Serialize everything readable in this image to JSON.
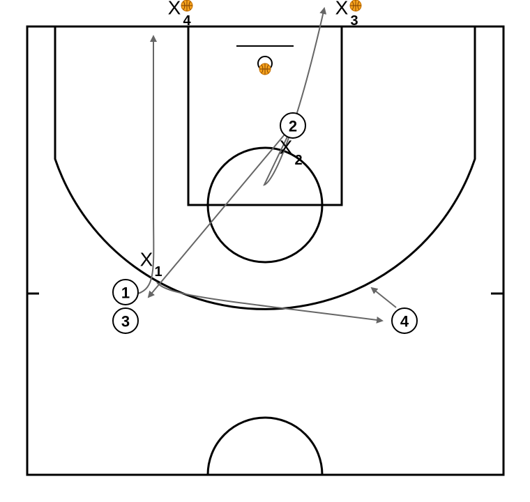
{
  "offense": [
    {
      "id": "o1",
      "label": "1"
    },
    {
      "id": "o2",
      "label": "2"
    },
    {
      "id": "o3",
      "label": "3"
    },
    {
      "id": "o4",
      "label": "4"
    }
  ],
  "defense": [
    {
      "id": "x1",
      "letter": "X",
      "number": "1"
    },
    {
      "id": "x2",
      "letter": "X",
      "number": "2"
    },
    {
      "id": "x3",
      "letter": "X",
      "number": "3"
    },
    {
      "id": "x4",
      "letter": "X",
      "number": "4"
    }
  ],
  "colors": {
    "court_lines": "#000000",
    "movement_arrows": "#666666",
    "ball": "#f5a21d"
  }
}
